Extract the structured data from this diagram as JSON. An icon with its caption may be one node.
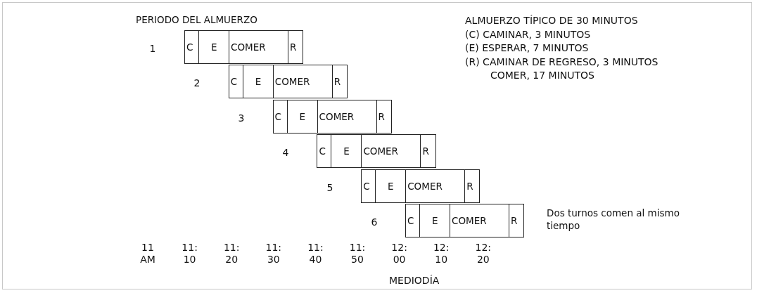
{
  "diagram": {
    "title": "PERIODO DEL ALMUERZO",
    "nodes": [
      {
        "text": [
          "C"
        ]
      },
      {
        "text": [
          "E"
        ]
      },
      {
        "text": [
          "COMER"
        ]
      },
      {
        "text": [
          "R"
        ]
      },
      {
        "text": [
          "C"
        ]
      },
      {
        "text": [
          "E"
        ]
      },
      {
        "text": [
          "COMER"
        ]
      },
      {
        "text": [
          "R"
        ]
      },
      {
        "text": [
          "C"
        ]
      },
      {
        "text": [
          "E"
        ]
      },
      {
        "text": [
          "COMER"
        ]
      },
      {
        "text": [
          "R"
        ]
      },
      {
        "text": [
          "C"
        ]
      },
      {
        "text": [
          "E"
        ]
      },
      {
        "text": [
          "COMER"
        ]
      },
      {
        "text": [
          "R"
        ]
      },
      {
        "text": [
          "C"
        ]
      },
      {
        "text": [
          "E"
        ]
      },
      {
        "text": [
          "COMER"
        ]
      },
      {
        "text": [
          "R"
        ]
      },
      {
        "text": [
          "C"
        ]
      },
      {
        "text": [
          "E"
        ]
      },
      {
        "text": [
          "COMER"
        ]
      },
      {
        "text": [
          "R"
        ],
        "beside": [
          "Dos turnos comen al mismo tiempo"
        ]
      }
    ],
    "labels": [
      "ALMUERZO TÍPICO DE 30 MINUTOS",
      "(C) CAMINAR, 3 MINUTOS",
      "(E) ESPERAR, 7 MINUTOS",
      "(R) CAMINAR DE REGRESO, 3 MINUTOS",
      "COMER, 17 MINUTOS",
      "1",
      "2",
      "3",
      "4",
      "5",
      "6",
      "11 AM",
      "11: 10",
      "11: 20",
      "11: 30",
      "11: 40",
      "11: 50",
      "12: 00",
      "12: 10",
      "12: 20",
      "MEDIODÍA"
    ]
  }
}
